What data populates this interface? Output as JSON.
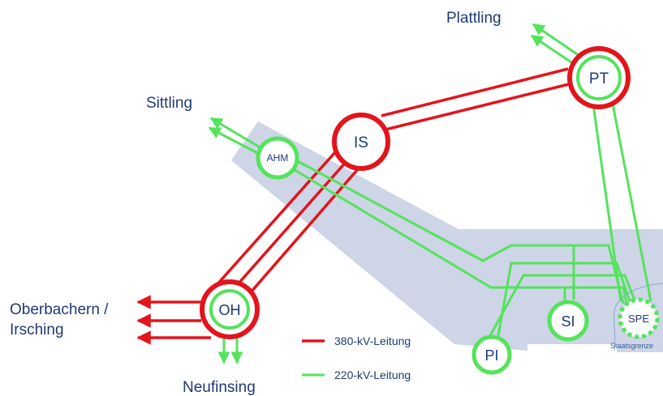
{
  "colors": {
    "line_380": "#e3141b",
    "line_220": "#54e35c",
    "region": "#cdd5e6",
    "text": "#1f3a73"
  },
  "places": {
    "plattling": "Plattling",
    "sittling": "Sittling",
    "oberbachern_line1": "Oberbachern /",
    "oberbachern_line2": "Irsching",
    "neufinsing": "Neufinsing"
  },
  "nodes": {
    "pt": "PT",
    "is": "IS",
    "ahm": "AHM",
    "oh": "OH",
    "si": "SI",
    "pi": "PI",
    "spe": "SPE"
  },
  "border_label": "Staatsgrenze",
  "legend": [
    {
      "label": "380-kV-Leitung",
      "color": "#e3141b"
    },
    {
      "label": "220-kV-Leitung",
      "color": "#54e35c"
    }
  ]
}
